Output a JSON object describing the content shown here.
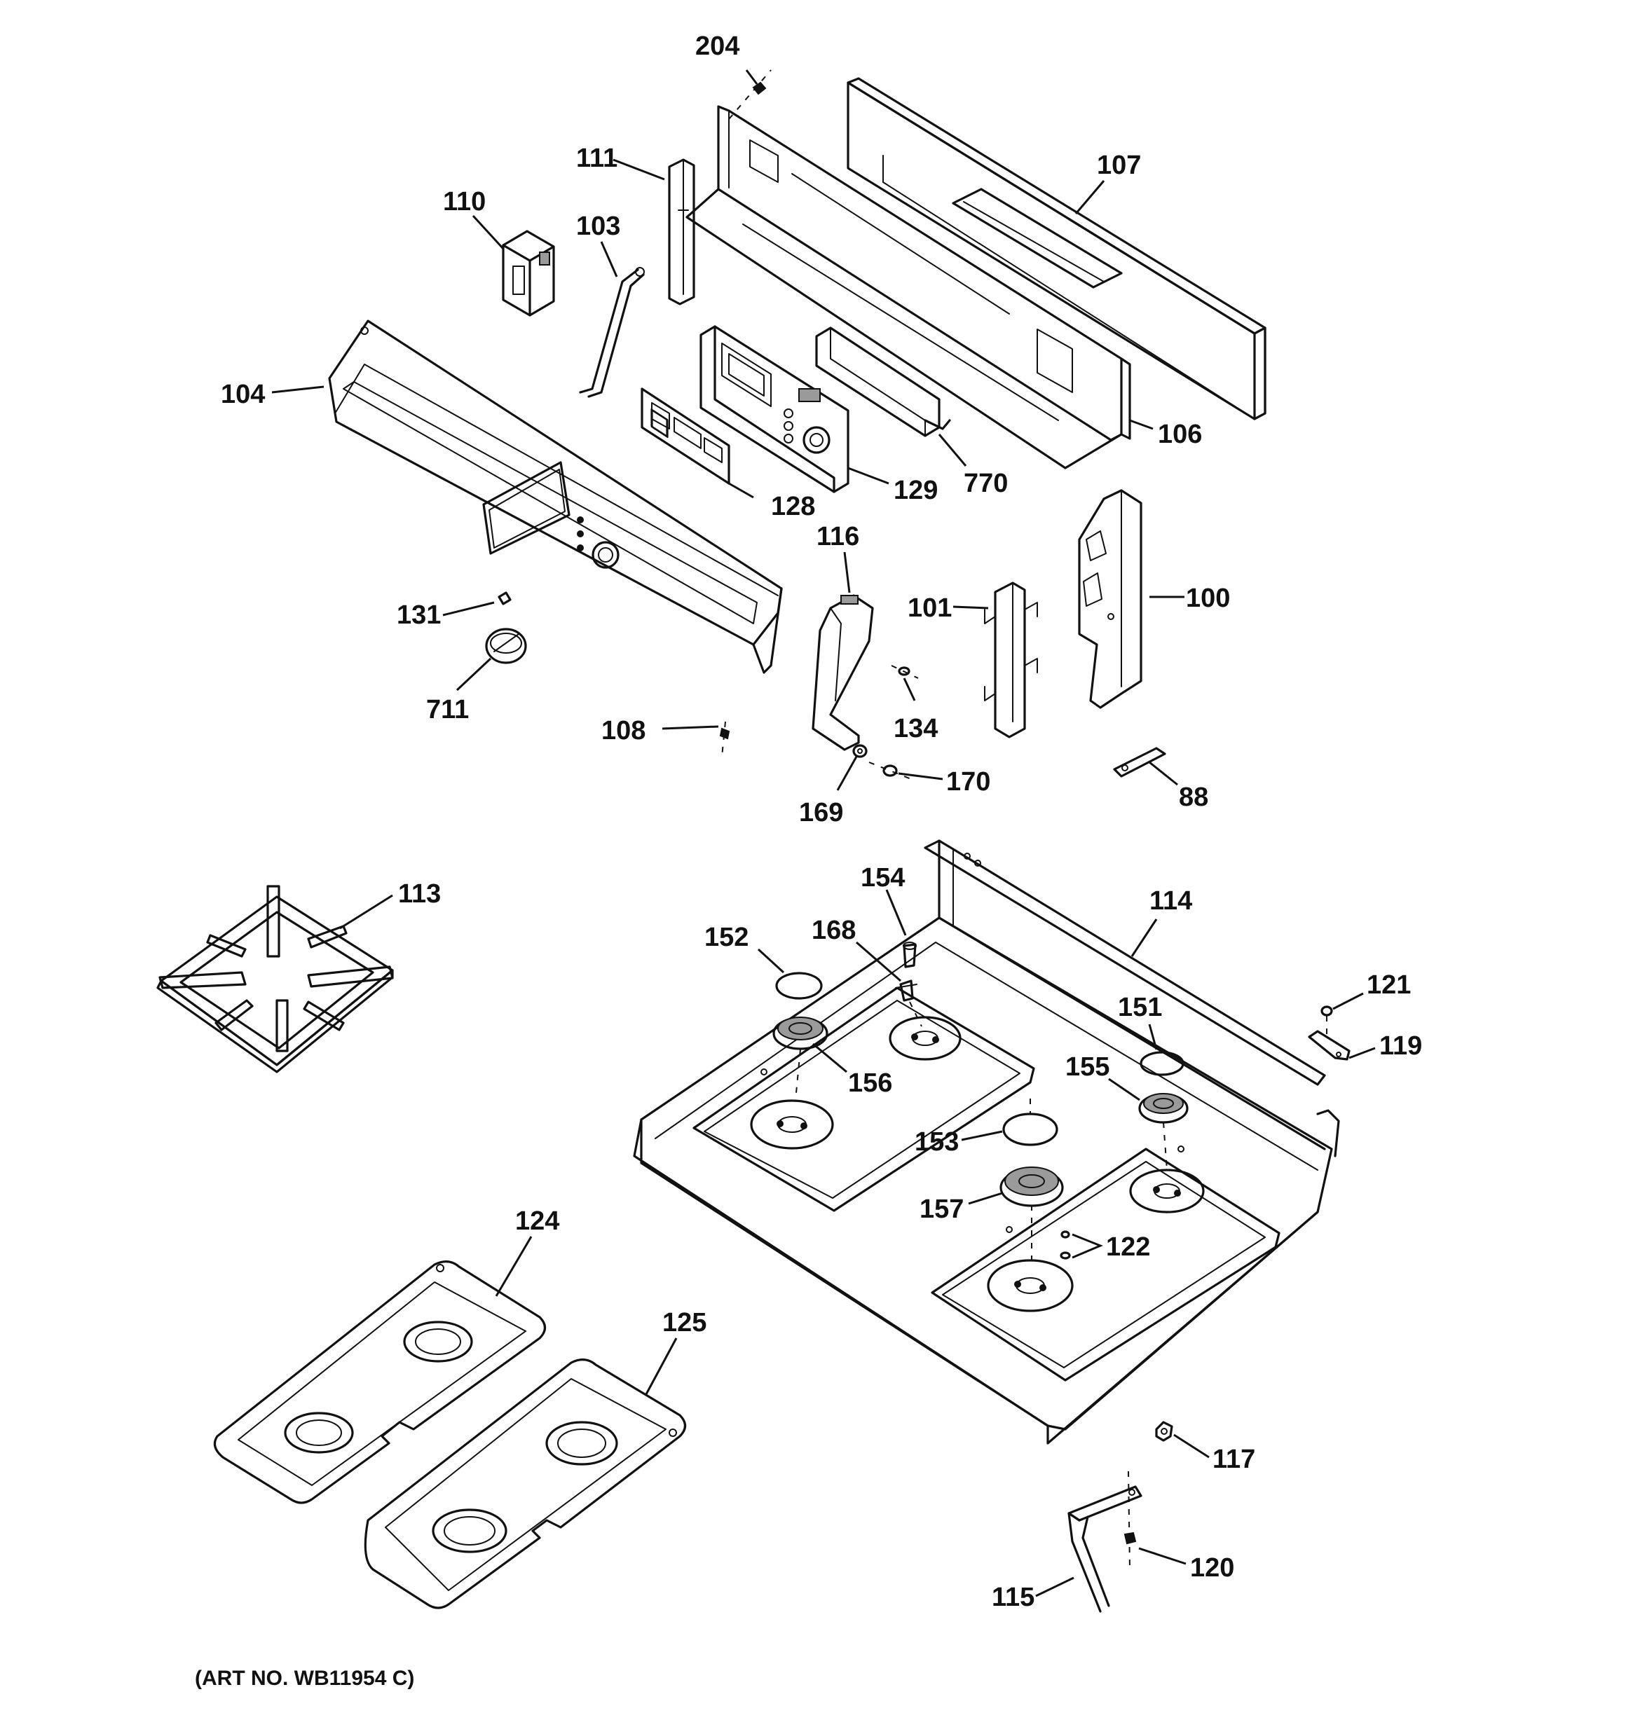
{
  "diagram": {
    "art_number": "(ART NO. WB11954 C)",
    "callouts": {
      "c204": "204",
      "c111": "111",
      "c107": "107",
      "c110": "110",
      "c103": "103",
      "c104": "104",
      "c106": "106",
      "c128": "128",
      "c129": "129",
      "c770": "770",
      "c116": "116",
      "c101": "101",
      "c100": "100",
      "c131": "131",
      "c711": "711",
      "c108": "108",
      "c134": "134",
      "c169": "169",
      "c170": "170",
      "c88": "88",
      "c113": "113",
      "c154": "154",
      "c114": "114",
      "c152": "152",
      "c168": "168",
      "c121": "121",
      "c151": "151",
      "c119": "119",
      "c156": "156",
      "c155": "155",
      "c153": "153",
      "c157": "157",
      "c122": "122",
      "c124": "124",
      "c125": "125",
      "c117": "117",
      "c120": "120",
      "c115": "115"
    }
  }
}
